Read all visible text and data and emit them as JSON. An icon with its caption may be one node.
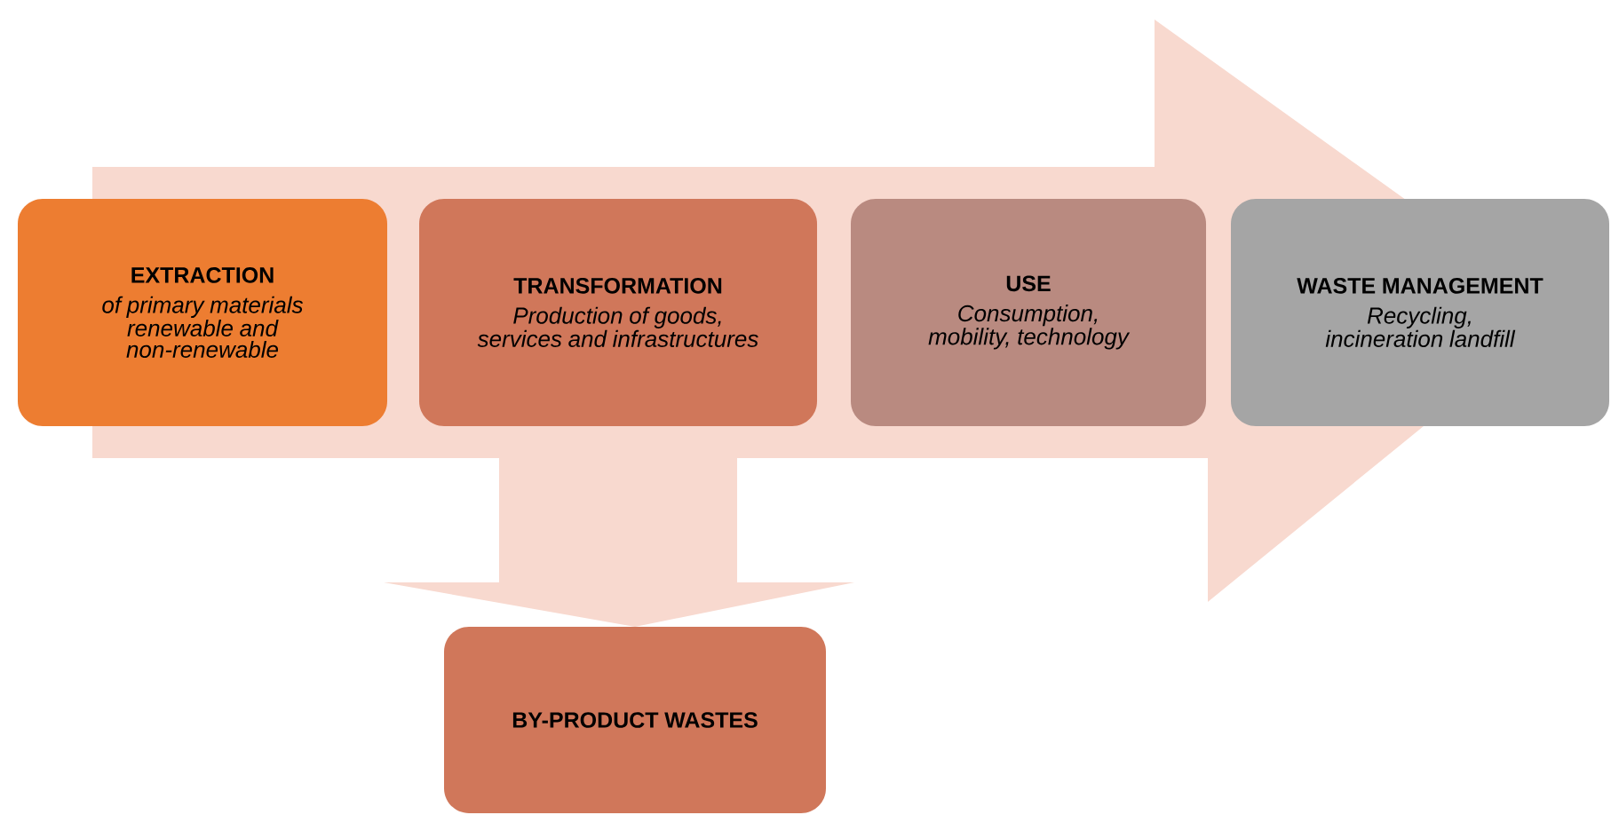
{
  "diagram": {
    "nodes": [
      {
        "text": [
          "EXTRACTION",
          "of primary materials renewable and non-renewable"
        ]
      },
      {
        "text": [
          "TRANSFORMATION",
          "Production of goods, services and infrastructures"
        ]
      },
      {
        "text": [
          "USE",
          "Consumption, mobility, technology"
        ]
      },
      {
        "text": [
          "WASTE MANAGEMENT",
          "Recycling, incineration landfill"
        ]
      },
      {
        "text": [
          "BY-PRODUCT WASTES"
        ]
      }
    ],
    "edges": [
      {
        "from": 0,
        "to": 3,
        "arrow": "to"
      },
      {
        "from": 1,
        "to": 4,
        "arrow": "to"
      }
    ]
  }
}
